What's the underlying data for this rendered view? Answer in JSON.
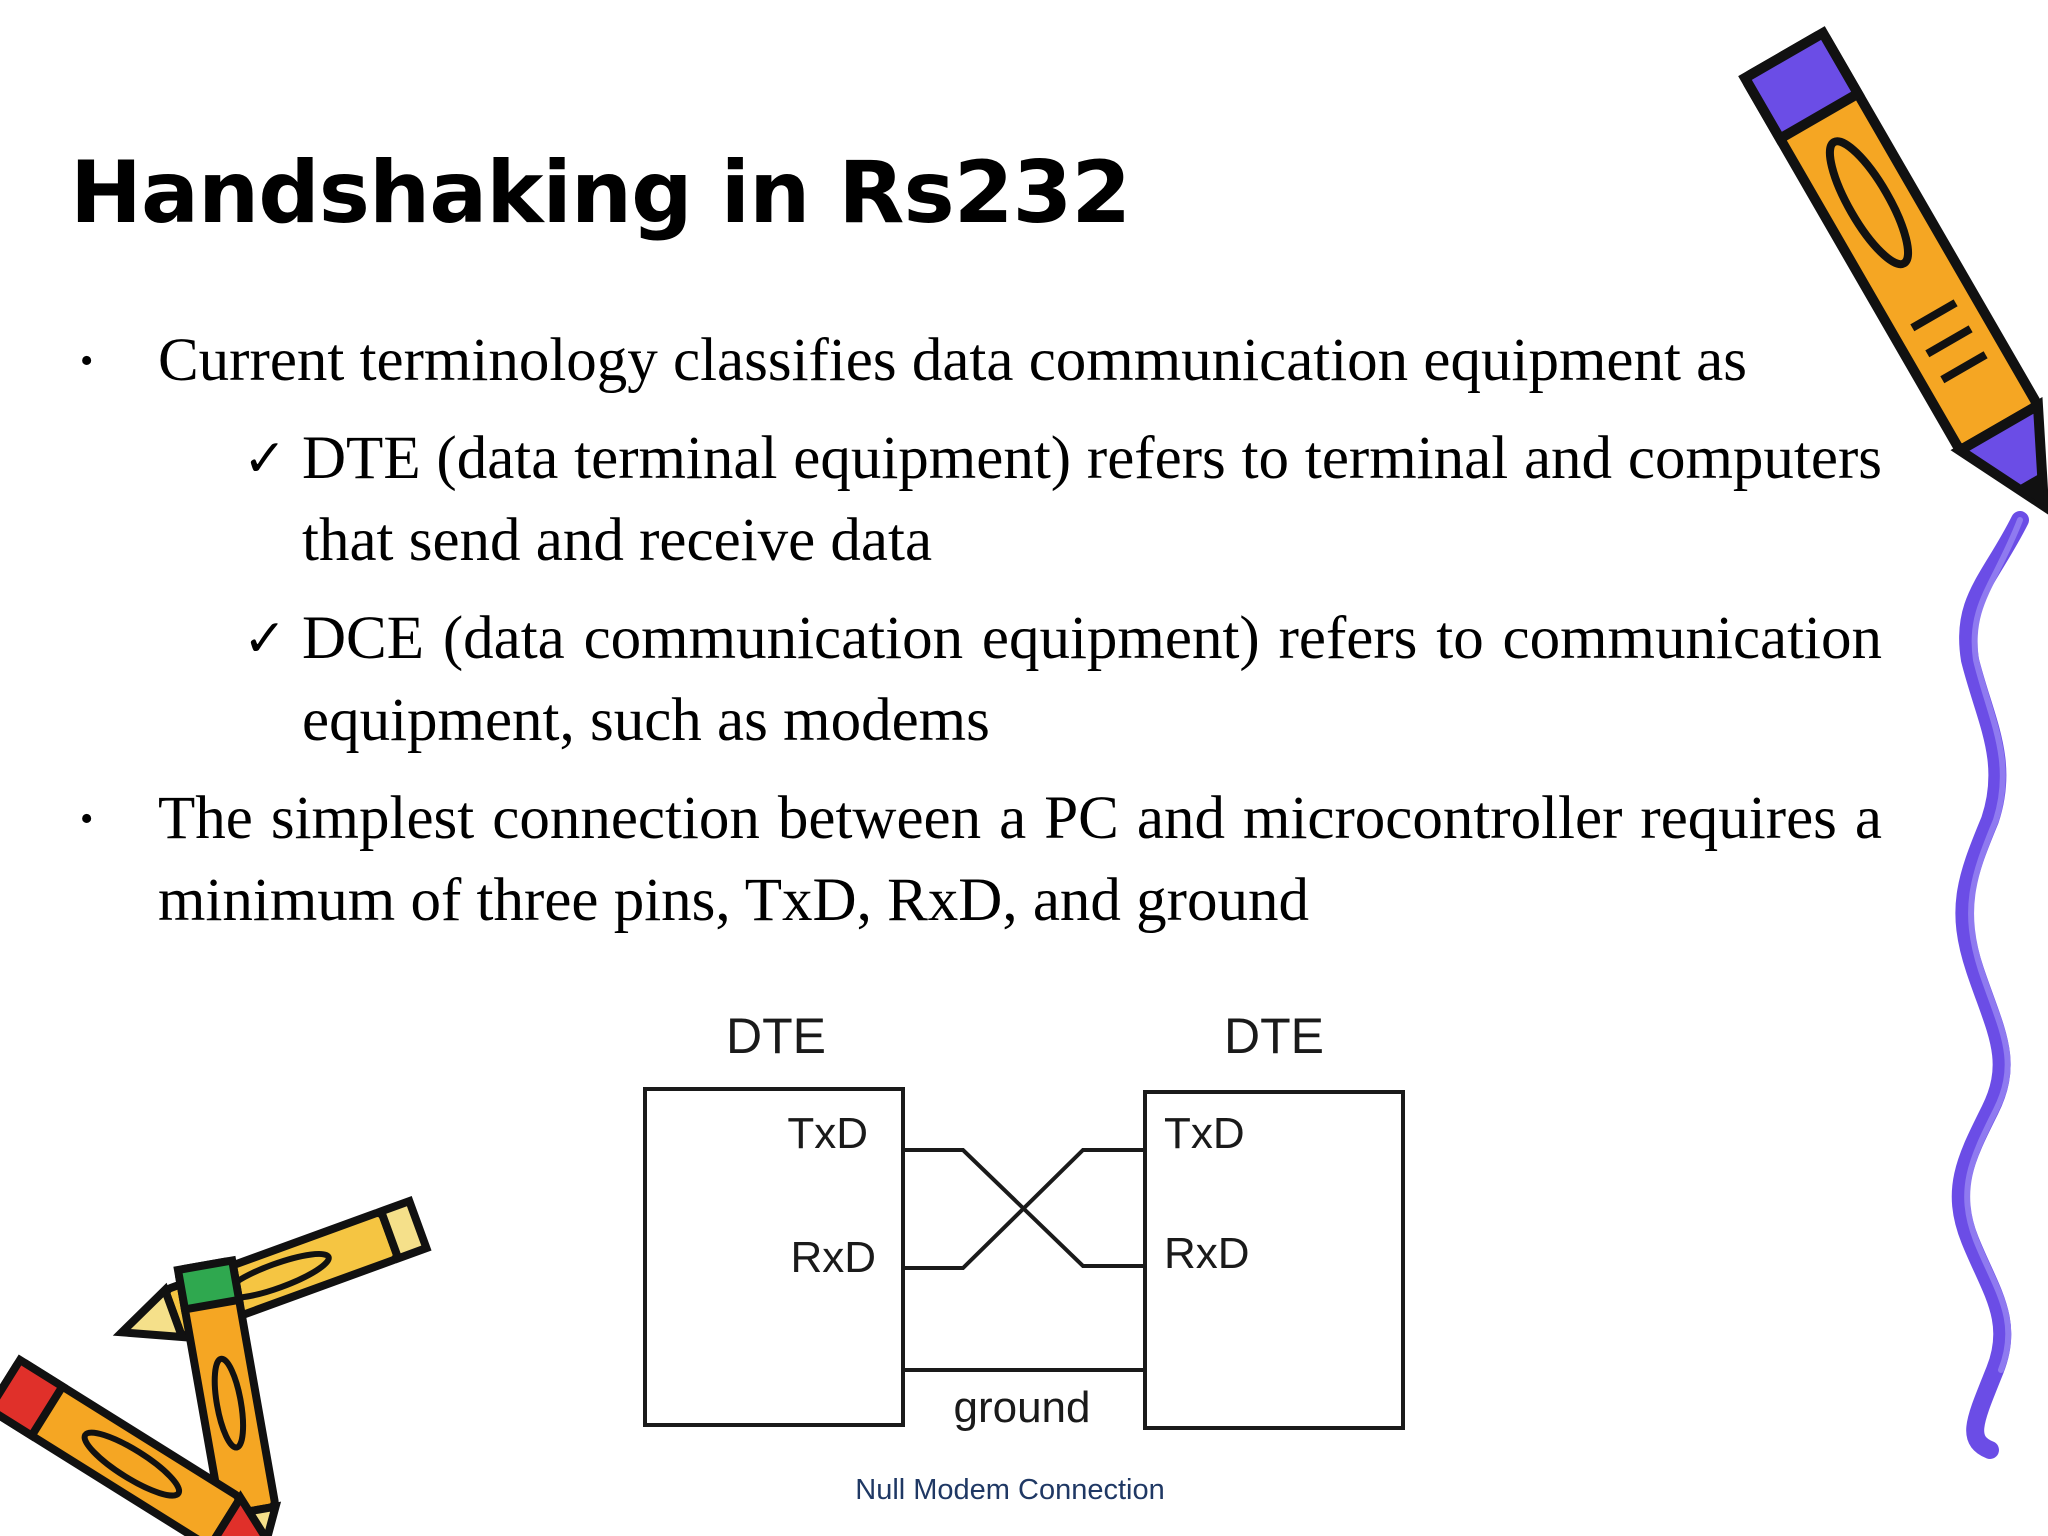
{
  "slide": {
    "title": "Handshaking in Rs232",
    "bullets": [
      {
        "text": "Current terminology classifies data communication equipment as"
      },
      {
        "text": "The simplest connection between a PC and microcontroller requires a minimum of three pins, TxD, RxD, and ground"
      }
    ],
    "subitems": [
      {
        "text": "DTE (data terminal equipment) refers to terminal and computers that send and receive data"
      },
      {
        "text": "DCE (data communication equipment) refers to communication equipment, such as modems"
      }
    ],
    "bullet_glyph": "•",
    "check_glyph": "✓"
  },
  "diagram": {
    "left_box": {
      "label": "DTE",
      "pin_tx": "TxD",
      "pin_rx": "RxD"
    },
    "right_box": {
      "label": "DTE",
      "pin_tx": "TxD",
      "pin_rx": "RxD"
    },
    "ground_label": "ground",
    "caption": "Null Modem Connection",
    "caption_color": "#1f3864"
  },
  "decorations": {
    "pencil_top_right": "pencil-clipart",
    "pencils_bottom_left": "crossed-pencils-clipart",
    "squiggle_right": "purple-squiggle",
    "squiggle_color": "#6b4de6"
  }
}
